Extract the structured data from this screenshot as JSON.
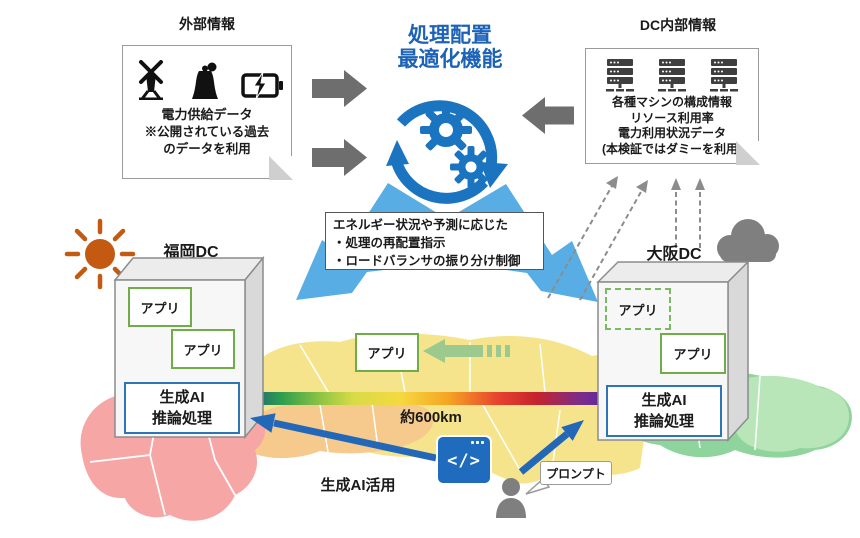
{
  "colors": {
    "optimizer_blue": "#1c63b7",
    "gear_icon_blue": "#1b74c0",
    "flow_arrow_light_blue": "#58aee4",
    "gray_arrow": "#6e6e6e",
    "app_green_border": "#70ad47",
    "migration_green": "#9cc98e",
    "genai_blue_border": "#2e75b6",
    "request_arrow_blue": "#2368b8",
    "sun_orange": "#c45911",
    "cloud_gray": "#7f7f7f",
    "map_pink": "#f7a6a6",
    "map_orange": "#f6c98c",
    "map_yellow": "#f5e48c",
    "map_green": "#8fd49c",
    "map_green_light": "#b9e6b9"
  },
  "external_info": {
    "title": "外部情報",
    "data_label": "電力供給データ",
    "note": "※公開されている過去\nのデータを利用"
  },
  "optimizer": {
    "title": "処理配置\n最適化機能"
  },
  "dc_info": {
    "title": "DC内部情報",
    "details": "各種マシンの構成情報\nリソース利用率\n電力利用状況データ\n(本検証ではダミーを利用)"
  },
  "control": {
    "description": "エネルギー状況や予測に応じた\n・処理の再配置指示\n・ロードバランサの振り分け制御"
  },
  "fukuoka_dc": {
    "label": "福岡DC",
    "weather": "sunny",
    "apps": [
      "アプリ",
      "アプリ"
    ],
    "engine": "生成AI\n推論処理"
  },
  "osaka_dc": {
    "label": "大阪DC",
    "weather": "cloudy",
    "apps": [
      "アプリ",
      "アプリ"
    ],
    "engine": "生成AI\n推論処理"
  },
  "migration": {
    "app_label": "アプリ"
  },
  "link": {
    "distance_label": "約600km"
  },
  "genai": {
    "usage_label": "生成AI活用",
    "code_glyph": "</>",
    "prompt_label": "プロンプト"
  }
}
